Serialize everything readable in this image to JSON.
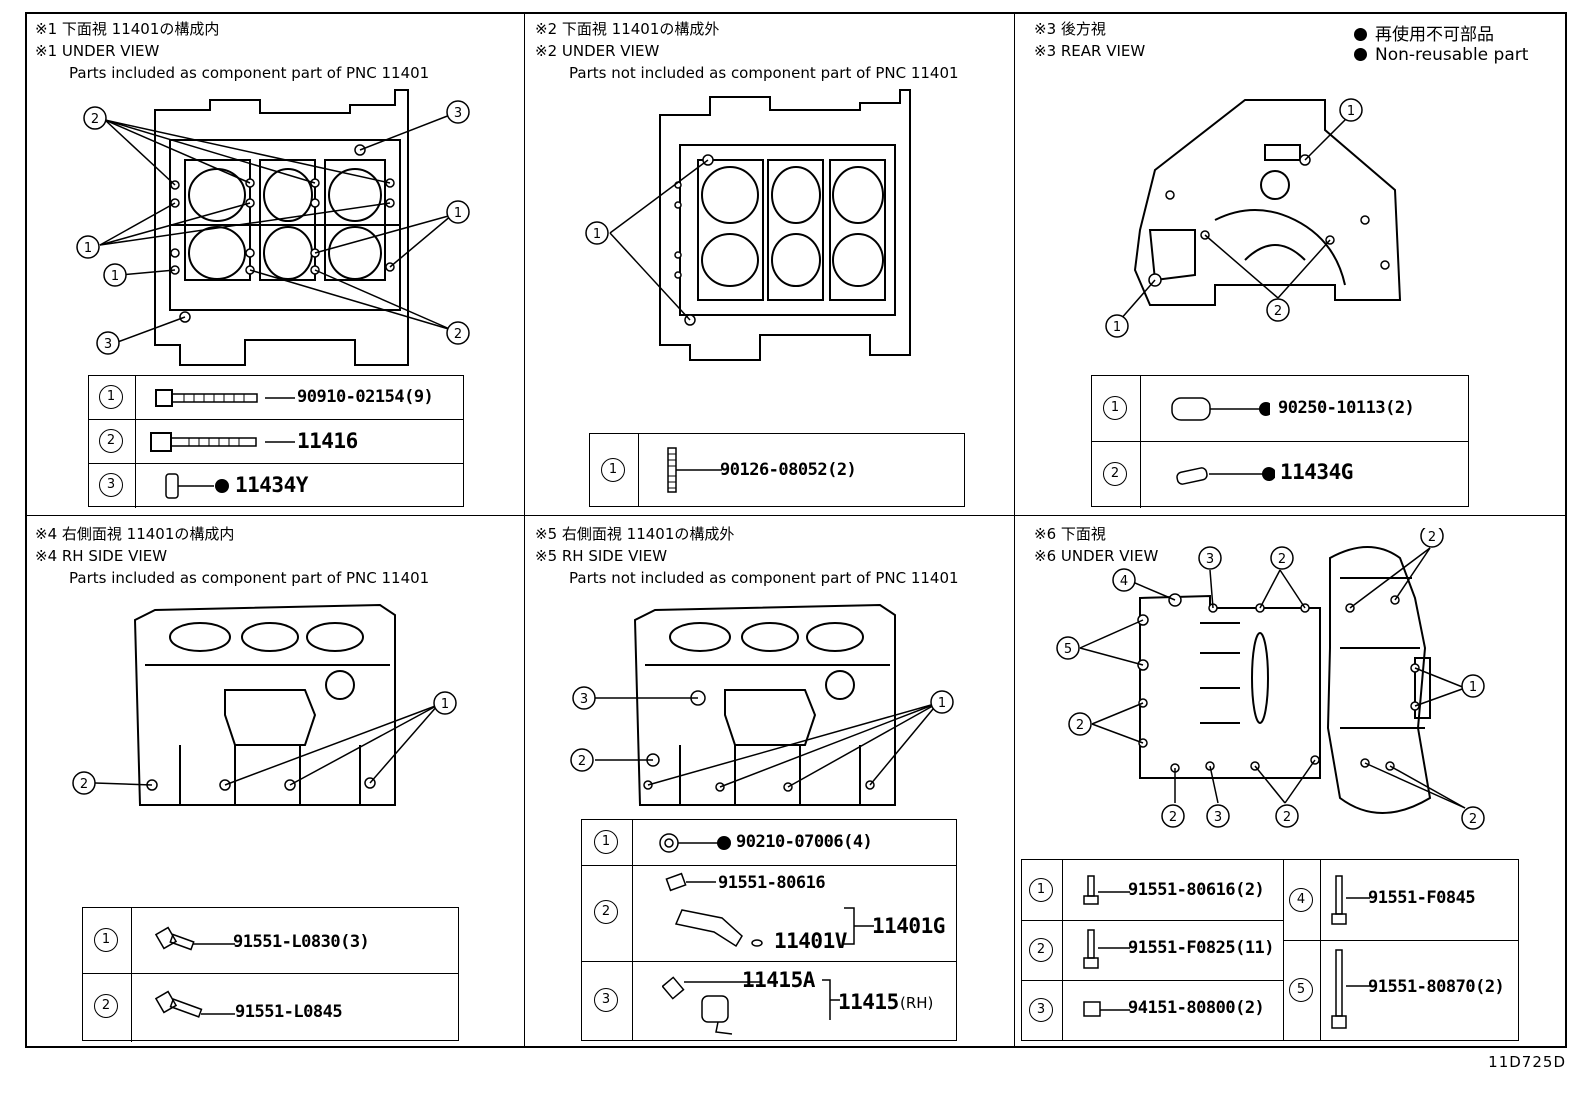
{
  "panels": [
    {
      "id": 1,
      "title_jp": "※1 下面視 11401の構成内",
      "title_en": "※1 UNDER VIEW",
      "subtitle": "Parts included as component part of PNC 11401"
    },
    {
      "id": 2,
      "title_jp": "※2 下面視 11401の構成外",
      "title_en": "※2 UNDER VIEW",
      "subtitle": "Parts not included as component part of PNC 11401"
    },
    {
      "id": 3,
      "title_jp": "※3 後方視",
      "title_en": "※3 REAR VIEW",
      "subtitle": ""
    },
    {
      "id": 4,
      "title_jp": "※4 右側面視 11401の構成内",
      "title_en": "※4 RH SIDE VIEW",
      "subtitle": "Parts included as component part of PNC 11401"
    },
    {
      "id": 5,
      "title_jp": "※5 右側面視 11401の構成外",
      "title_en": "※5 RH SIDE VIEW",
      "subtitle": "Parts not included as component part of PNC 11401"
    },
    {
      "id": 6,
      "title_jp": "※6 下面視",
      "title_en": "※6 UNDER VIEW",
      "subtitle": ""
    }
  ],
  "legend": {
    "jp": "再使用不可部品",
    "en": "Non-reusable part"
  },
  "tables": {
    "t1": [
      {
        "num": "1",
        "part": "90910-02154(9)",
        "nonreusable": false
      },
      {
        "num": "2",
        "part": "11416",
        "nonreusable": false
      },
      {
        "num": "3",
        "part": "11434Y",
        "nonreusable": true
      }
    ],
    "t2": [
      {
        "num": "1",
        "part": "90126-08052(2)",
        "nonreusable": false
      }
    ],
    "t3": [
      {
        "num": "1",
        "part": "90250-10113(2)",
        "nonreusable": true
      },
      {
        "num": "2",
        "part": "11434G",
        "nonreusable": true
      }
    ],
    "t4": [
      {
        "num": "1",
        "part": "91551-L0830(3)",
        "nonreusable": false
      },
      {
        "num": "2",
        "part": "91551-L0845",
        "nonreusable": false
      }
    ],
    "t5": [
      {
        "num": "1",
        "part": "90210-07006(4)",
        "nonreusable": true
      },
      {
        "num": "2",
        "part_a": "91551-80616",
        "part_b": "11401V",
        "part_c": "11401G"
      },
      {
        "num": "3",
        "part_a": "11415A",
        "part_b": "11415",
        "note": "(RH)"
      }
    ],
    "t6": [
      {
        "num": "1",
        "part": "91551-80616(2)"
      },
      {
        "num": "2",
        "part": "91551-F0825(11)"
      },
      {
        "num": "3",
        "part": "94151-80800(2)"
      },
      {
        "num": "4",
        "part": "91551-F0845"
      },
      {
        "num": "5",
        "part": "91551-80870(2)"
      }
    ]
  },
  "callouts": {
    "n1": "1",
    "n2": "2",
    "n3": "3",
    "n4": "4",
    "n5": "5"
  },
  "illustration_code": "11D725D"
}
